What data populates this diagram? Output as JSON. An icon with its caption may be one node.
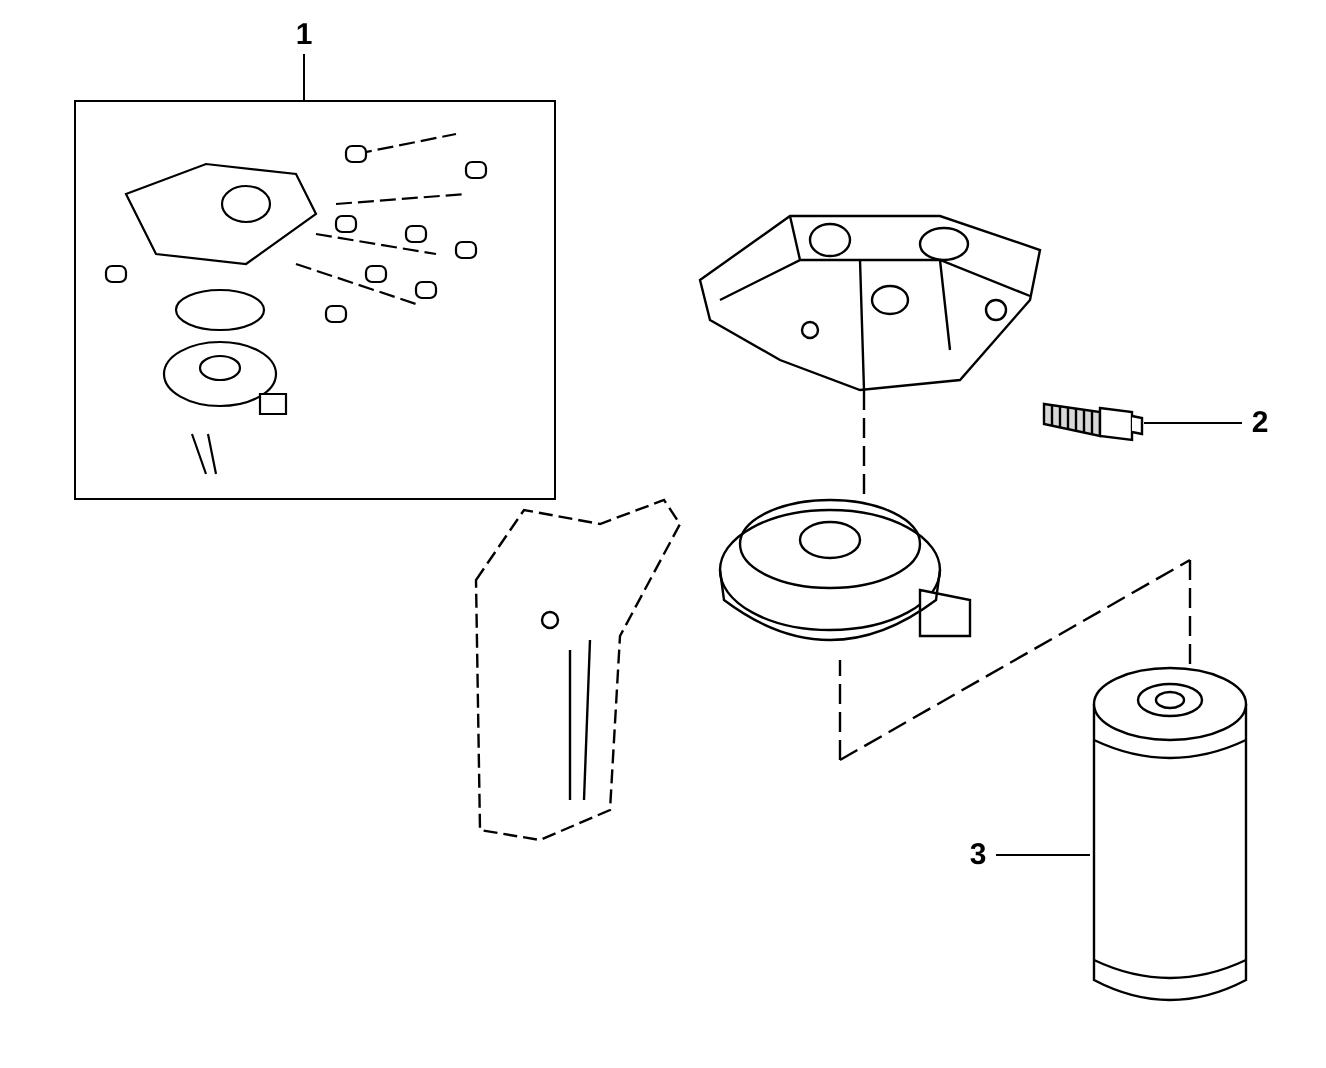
{
  "diagram": {
    "nodes": [
      {
        "text": [
          "1"
        ]
      },
      {
        "text": [],
        "shape": "box"
      },
      {
        "text": [
          "2"
        ]
      },
      {
        "text": [],
        "shape": "picture"
      },
      {
        "text": [
          "3"
        ]
      },
      {
        "text": [],
        "shape": "picture"
      }
    ],
    "edges": [
      {
        "from": 0,
        "to": 1,
        "arrow": "none"
      },
      {
        "from": 2,
        "to": 3,
        "arrow": "none"
      },
      {
        "from": 4,
        "to": 5,
        "arrow": "none"
      }
    ]
  }
}
